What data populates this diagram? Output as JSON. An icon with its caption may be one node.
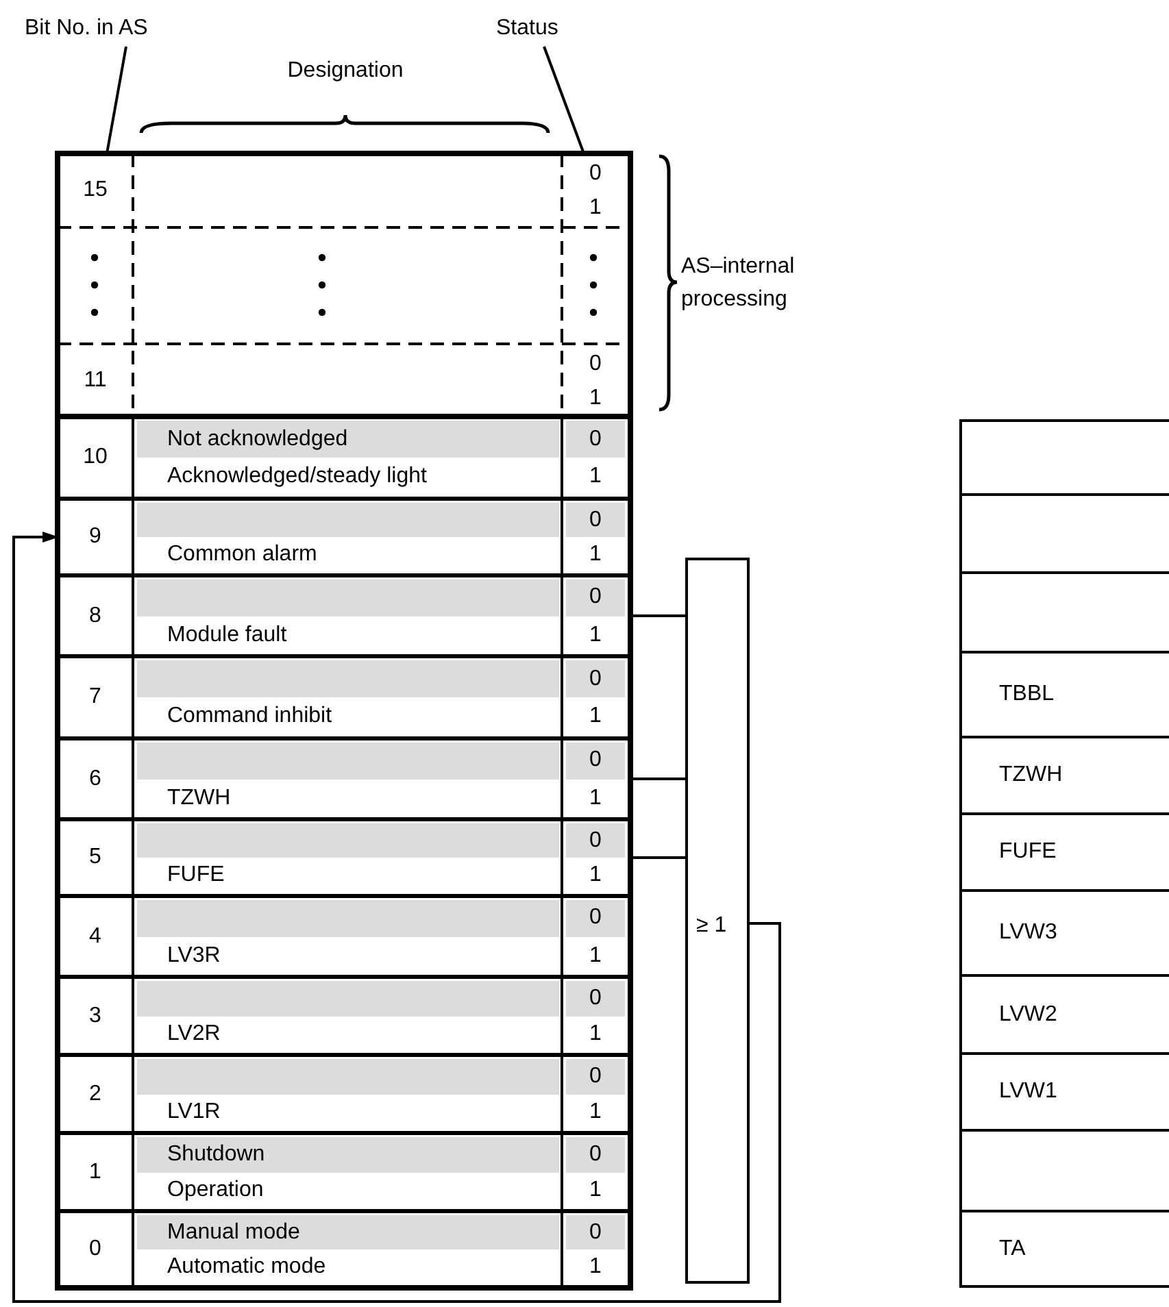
{
  "diagram": {
    "nodes": [
      {
        "text": [
          "Bit No. in AS"
        ]
      },
      {
        "text": [
          "Status"
        ]
      },
      {
        "text": [
          "15",
          "0",
          "1"
        ]
      },
      {
        "text": [
          "11",
          "0",
          "1"
        ]
      },
      {
        "text": [
          "10",
          "Not acknowledged",
          "Acknowledged/steady light",
          "0",
          "1"
        ]
      },
      {
        "text": [
          "9",
          "Common alarm",
          "0",
          "1"
        ]
      },
      {
        "text": [
          "8",
          "Module fault",
          "0",
          "1"
        ]
      },
      {
        "text": [
          "7",
          "Command inhibit",
          "0",
          "1"
        ]
      },
      {
        "text": [
          "6",
          "TZWH",
          "0",
          "1"
        ]
      },
      {
        "text": [
          "5",
          "FUFE",
          "0",
          "1"
        ]
      },
      {
        "text": [
          "4",
          "LV3R",
          "0",
          "1"
        ]
      },
      {
        "text": [
          "3",
          "LV2R",
          "0",
          "1"
        ]
      },
      {
        "text": [
          "2",
          "LV1R",
          "0",
          "1"
        ]
      },
      {
        "text": [
          "1",
          "Shutdown",
          "Operation",
          "0",
          "1"
        ]
      },
      {
        "text": [
          "0",
          "Manual mode",
          "Automatic mode",
          "0",
          "1"
        ]
      },
      {
        "text": [
          "≥ 1"
        ]
      },
      {
        "text": [],
        "shape": "box"
      },
      {
        "text": [],
        "shape": "box"
      },
      {
        "text": [],
        "shape": "box"
      },
      {
        "text": [
          "TBBL"
        ]
      },
      {
        "text": [
          "TZWH"
        ]
      },
      {
        "text": [
          "FUFE"
        ]
      },
      {
        "text": [
          "LVW3"
        ]
      },
      {
        "text": [
          "LVW2"
        ]
      },
      {
        "text": [
          "LVW1"
        ]
      },
      {
        "text": [],
        "shape": "box"
      },
      {
        "text": [
          "TA"
        ]
      }
    ],
    "edges": [
      {
        "from": 0,
        "to": 2,
        "arrow": "none"
      },
      {
        "from": 1,
        "to": 2,
        "arrow": "none"
      },
      {
        "from": 6,
        "to": 15,
        "arrow": "none"
      },
      {
        "from": 8,
        "to": 15,
        "arrow": "none"
      },
      {
        "from": 9,
        "to": 15,
        "arrow": "none"
      },
      {
        "from": 15,
        "to": 5,
        "arrow": "to"
      }
    ],
    "labels": [
      "Designation",
      "AS–internal processing"
    ]
  }
}
